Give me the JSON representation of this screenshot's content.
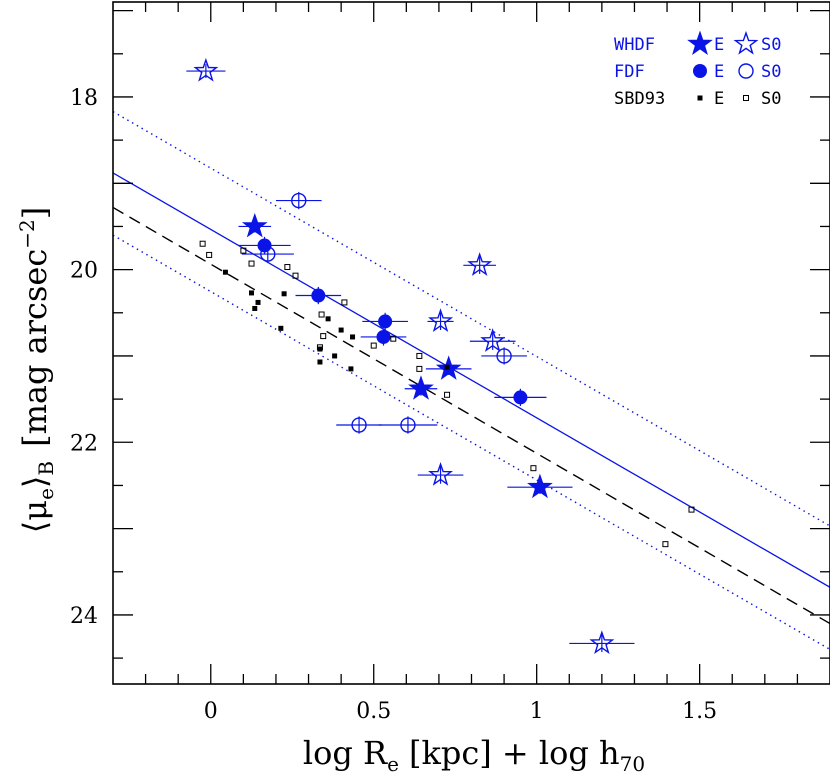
{
  "chart_data": {
    "type": "scatter",
    "title": "",
    "xlabel": {
      "main": "log R",
      "sub": "e",
      "rest": "[kpc] + log h",
      "sub2": "70"
    },
    "ylabel": {
      "main": "⟨μ",
      "sub": "e",
      "close": "⟩",
      "sub2": "B",
      "rest": "[mag arcsec",
      "sup": "−2",
      "end": "]"
    },
    "xlim": [
      -0.3,
      1.9
    ],
    "ylim": [
      24.8,
      16.9
    ],
    "y_inverted": true,
    "x_ticks": [
      {
        "v": 0,
        "label": "0"
      },
      {
        "v": 0.5,
        "label": "0.5"
      },
      {
        "v": 1,
        "label": "1"
      },
      {
        "v": 1.5,
        "label": "1.5"
      }
    ],
    "y_ticks": [
      {
        "v": 18,
        "label": "18"
      },
      {
        "v": 20,
        "label": "20"
      },
      {
        "v": 22,
        "label": "22"
      },
      {
        "v": 24,
        "label": "24"
      }
    ],
    "colors": {
      "blue": "#0a14e6",
      "black": "#000000"
    },
    "legend": {
      "position": "top-right",
      "rows": [
        {
          "label": "WHDF",
          "color": "#0a14e6",
          "e_marker": "filled-star",
          "e_label": "E",
          "s0_marker": "open-star",
          "s0_label": "S0"
        },
        {
          "label": "FDF",
          "color": "#0a14e6",
          "e_marker": "filled-circle",
          "e_label": "E",
          "s0_marker": "open-circle",
          "s0_label": "S0"
        },
        {
          "label": "SBD93",
          "color": "#000000",
          "e_marker": "filled-square",
          "e_label": "E",
          "s0_marker": "open-square",
          "s0_label": "S0"
        }
      ]
    },
    "series": [
      {
        "name": "WHDF E",
        "marker": "filled-star",
        "color": "#0a14e6",
        "points": [
          [
            0.135,
            19.5,
            0.05,
            0.07
          ],
          [
            0.73,
            21.15,
            0.07,
            0.07
          ],
          [
            0.645,
            21.38,
            0.05,
            0.08
          ],
          [
            1.01,
            22.52,
            0.1,
            0.08
          ]
        ]
      },
      {
        "name": "WHDF S0",
        "marker": "open-star",
        "color": "#0a14e6",
        "points": [
          [
            -0.015,
            17.7,
            0.06,
            0.08
          ],
          [
            0.825,
            19.95,
            0.05,
            0.1
          ],
          [
            0.705,
            20.6,
            0.04,
            0.1
          ],
          [
            0.865,
            20.83,
            0.07,
            0.1
          ],
          [
            0.705,
            22.38,
            0.07,
            0.1
          ],
          [
            1.2,
            24.33,
            0.1,
            0.1
          ]
        ]
      },
      {
        "name": "FDF E",
        "marker": "filled-circle",
        "color": "#0a14e6",
        "points": [
          [
            0.165,
            19.72,
            0.08,
            0.1
          ],
          [
            0.33,
            20.3,
            0.07,
            0.1
          ],
          [
            0.535,
            20.6,
            0.07,
            0.1
          ],
          [
            0.53,
            20.78,
            0.07,
            0.1
          ],
          [
            0.95,
            21.48,
            0.08,
            0.1
          ]
        ]
      },
      {
        "name": "FDF S0",
        "marker": "open-circle",
        "color": "#0a14e6",
        "points": [
          [
            0.27,
            19.2,
            0.07,
            0.1
          ],
          [
            0.175,
            19.82,
            0.08,
            0.1
          ],
          [
            0.9,
            21.0,
            0.07,
            0.1
          ],
          [
            0.455,
            21.8,
            0.07,
            0.1
          ],
          [
            0.605,
            21.8,
            0.09,
            0.1
          ]
        ]
      },
      {
        "name": "SBD93 E",
        "marker": "filled-square",
        "color": "#000000",
        "points": [
          [
            0.045,
            20.03
          ],
          [
            0.125,
            20.27
          ],
          [
            0.145,
            20.38
          ],
          [
            0.135,
            20.45
          ],
          [
            0.225,
            20.28
          ],
          [
            0.215,
            20.68
          ],
          [
            0.335,
            20.92
          ],
          [
            0.335,
            21.07
          ],
          [
            0.36,
            20.57
          ],
          [
            0.4,
            20.7
          ],
          [
            0.38,
            21.0
          ],
          [
            0.435,
            20.78
          ],
          [
            0.43,
            21.15
          ],
          [
            0.725,
            21.13
          ]
        ]
      },
      {
        "name": "SBD93 S0",
        "marker": "open-square",
        "color": "#000000",
        "points": [
          [
            -0.025,
            19.7
          ],
          [
            -0.005,
            19.83
          ],
          [
            0.1,
            19.78
          ],
          [
            0.125,
            19.93
          ],
          [
            0.235,
            19.97
          ],
          [
            0.26,
            20.07
          ],
          [
            0.34,
            20.52
          ],
          [
            0.345,
            20.77
          ],
          [
            0.335,
            20.9
          ],
          [
            0.41,
            20.38
          ],
          [
            0.5,
            20.88
          ],
          [
            0.56,
            20.8
          ],
          [
            0.64,
            21.0
          ],
          [
            0.64,
            21.15
          ],
          [
            0.725,
            21.45
          ],
          [
            0.99,
            22.3
          ],
          [
            1.395,
            23.18
          ],
          [
            1.475,
            22.78
          ]
        ]
      }
    ],
    "lines": [
      {
        "name": "fit",
        "color": "#0a14e6",
        "dash": "solid",
        "x": [
          -0.3,
          1.9
        ],
        "y": [
          18.88,
          23.68
        ]
      },
      {
        "name": "upper",
        "color": "#0a14e6",
        "dash": "dotted",
        "x": [
          -0.3,
          1.9
        ],
        "y": [
          18.17,
          22.97
        ]
      },
      {
        "name": "lower",
        "color": "#0a14e6",
        "dash": "dotted",
        "x": [
          -0.3,
          1.9
        ],
        "y": [
          19.6,
          24.4
        ]
      },
      {
        "name": "sbd93",
        "color": "#000000",
        "dash": "dashed",
        "x": [
          -0.3,
          1.9
        ],
        "y": [
          19.28,
          24.1
        ]
      }
    ]
  }
}
